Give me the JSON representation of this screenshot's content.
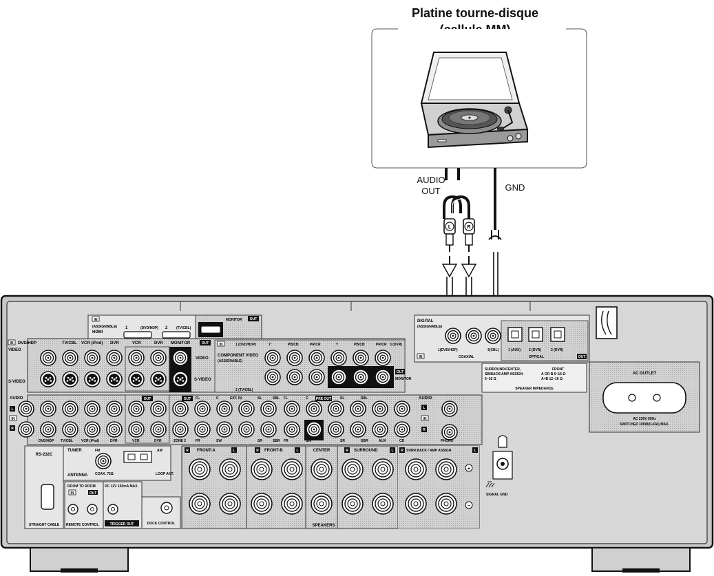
{
  "turntable": {
    "title_line1": "Platine tourne-disque",
    "title_line2": "(cellule MM)"
  },
  "cables": {
    "audio_out_line1": "AUDIO",
    "audio_out_line2": "OUT",
    "gnd": "GND",
    "plug_left": "L",
    "plug_right": "R"
  },
  "panel": {
    "hdmi": {
      "in": "IN",
      "assignable": "(ASSIGNABLE)",
      "hdmi": "HDMI",
      "in1": "1",
      "in1_name": "(DVD/HDP)",
      "in2": "2",
      "in2_name": "(TV/CBL)",
      "monitor": "MONITOR",
      "out": "OUT"
    },
    "video": {
      "in": "IN",
      "video": "VIDEO",
      "svideo": "S-VIDEO",
      "cols": [
        "DVD/HDP",
        "TV/CBL",
        "VCR (iPod)",
        "DVR",
        "VCR",
        "DVR",
        "MONITOR"
      ],
      "out": "OUT",
      "video_out": "VIDEO",
      "svideo_out": "S-VIDEO"
    },
    "component": {
      "in": "IN",
      "in1": "1 (DVD/HDP)",
      "in2": "2 (TV/CBL)",
      "in3": "3 (DVR)",
      "title": "COMPONENT VIDEO",
      "assignable": "(ASSIGNABLE)",
      "y": "Y",
      "pb": "PB/CB",
      "pr": "PR/CR",
      "out": "OUT",
      "monitor": "MONITOR"
    },
    "digital": {
      "title": "DIGITAL",
      "assignable": "(ASSIGNABLE)",
      "coax_1": "1(DVD/HDP)",
      "coax_3": "3(CBL)",
      "coaxial": "COAXIAL",
      "in": "IN",
      "opt_1": "1 (AUX)",
      "opt_2": "2 (DVR)",
      "opt_3": "2 (DVR)",
      "optical": "OPTICAL",
      "out": "OUT"
    },
    "impedance": {
      "sur": "SURROUND/CENTER,",
      "sb": "SB/BACK/AMP ASSIGN",
      "sur_val": "6~16 Ω",
      "front": "FRONT",
      "front_ab": "A OR B   6~16 Ω",
      "front_a_b": "A+B   12~16 Ω",
      "caption": "SPEAKER IMPEDANCE"
    },
    "ac": {
      "title": "AC OUTLET",
      "spec1": "AC 230V 50Hz",
      "spec2": "SWITCHED 100W(0.43A) MAX."
    },
    "audio": {
      "title": "AUDIO",
      "l": "L",
      "in": "IN",
      "r": "R",
      "bottom": [
        "DVD/HDP",
        "TV/CBL",
        "VCR (iPod)",
        "DVR",
        "VCR",
        "DVR",
        "ZONE 2"
      ],
      "out": "OUT",
      "preout": [
        "FL",
        "C",
        "EXT. IN",
        "SL",
        "SBL",
        "FL",
        "C",
        "PRE OUT",
        "SL",
        "SBL"
      ],
      "preout_bottom": [
        "FR",
        "SW",
        "SR",
        "SBR",
        "FR",
        "SW",
        "SR",
        "SBR",
        "AUX",
        "CD"
      ],
      "phono_title": "AUDIO",
      "phono": "PHONO"
    },
    "rs232c": "RS-232C",
    "straight_cable": "STRAIGHT CABLE",
    "tuner": {
      "title": "TUNER",
      "fm": "FM",
      "am": "AM",
      "antenna": "ANTENNA",
      "coax": "COAX. 75Ω",
      "loop": "LOOP ANT."
    },
    "room": {
      "title": "ROOM TO ROOM",
      "in": "IN",
      "out": "OUT",
      "remote": "REMOTE CONTROL"
    },
    "trigger": {
      "spec": "DC 12V 150mA MAX.",
      "label": "TRIGGER OUT"
    },
    "dock": "DOCK CONTROL",
    "speakers": {
      "groups": [
        "FRONT-A",
        "FRONT-B",
        "CENTER",
        "SURROUND",
        "SURR.BACK / AMP ASSIGN"
      ],
      "r": "R",
      "l": "L",
      "plus": "+",
      "minus": "−",
      "caption": "SPEAKERS"
    },
    "signal_gnd": "SIGNAL GND"
  }
}
